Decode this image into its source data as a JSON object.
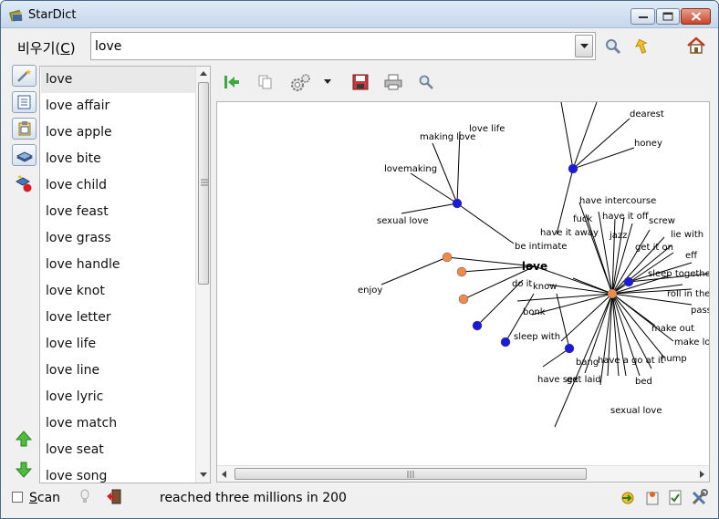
{
  "window": {
    "title": "StarDict"
  },
  "search": {
    "label": "비우기(C)",
    "label_prefix": "비우기(",
    "label_mnemonic": "C",
    "label_suffix": ")",
    "value": "love"
  },
  "word_list": [
    {
      "label": "love",
      "selected": true
    },
    {
      "label": "love affair"
    },
    {
      "label": "love apple"
    },
    {
      "label": "love bite"
    },
    {
      "label": "love child"
    },
    {
      "label": "love feast"
    },
    {
      "label": "love grass"
    },
    {
      "label": "love handle"
    },
    {
      "label": "love knot"
    },
    {
      "label": "love letter"
    },
    {
      "label": "love life"
    },
    {
      "label": "love line"
    },
    {
      "label": "love lyric"
    },
    {
      "label": "love match"
    },
    {
      "label": "love seat"
    },
    {
      "label": "love song"
    }
  ],
  "graph": {
    "center": "love",
    "labels": [
      "dearest",
      "honey",
      "love life",
      "making love",
      "lovemaking",
      "sexual love",
      "have intercourse",
      "fuck",
      "have it off",
      "screw",
      "have it away",
      "jazz",
      "lie with",
      "get it on",
      "be intimate",
      "eff",
      "sleep together",
      "enjoy",
      "do it",
      "know",
      "roll in the",
      "pass",
      "bonk",
      "make out",
      "make lo",
      "sleep with",
      "bang",
      "have a go at it",
      "hump",
      "have sex",
      "get laid",
      "bed",
      "sexual love"
    ]
  },
  "status": {
    "scan_label_prefix": "",
    "scan_mnemonic": "S",
    "scan_label_suffix": "can",
    "message": "reached three millions in 200"
  },
  "colors": {
    "node_blue": "#1a1adc",
    "node_orange": "#f08a4a",
    "titlebar": "#d3e1f0"
  }
}
